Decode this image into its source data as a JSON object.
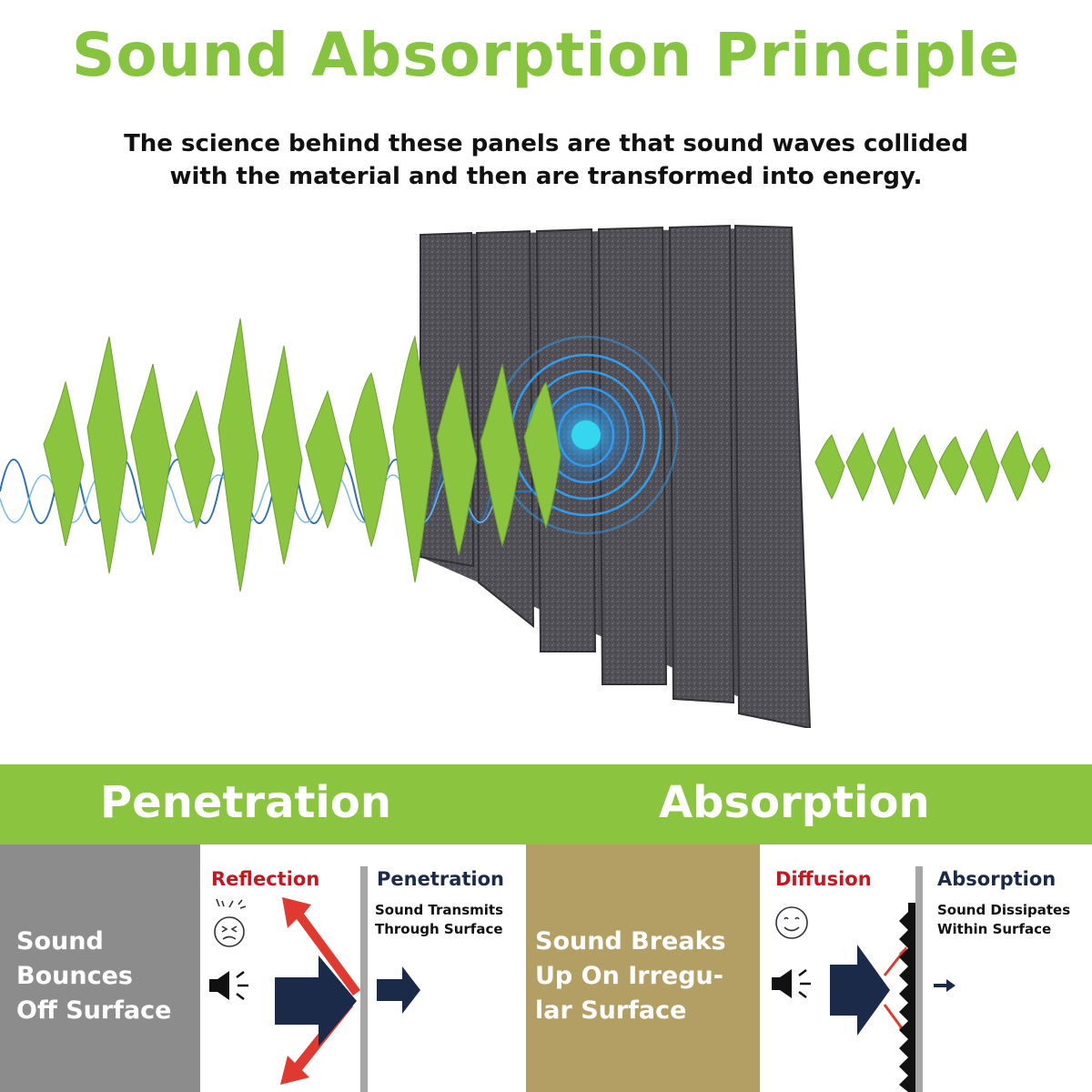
{
  "header": {
    "title": "Sound Absorption Principle",
    "subtitle_line1": "The science behind these panels are that sound waves collided",
    "subtitle_line2": "with the material and then are transformed into energy."
  },
  "banner": {
    "left_label": "Penetration",
    "right_label": "Absorption"
  },
  "panels": {
    "bounce": {
      "line1": "Sound",
      "line2": "Bounces",
      "line3": "Off Surface"
    },
    "reflection": {
      "label": "Reflection"
    },
    "penetration": {
      "label": "Penetration",
      "desc_line1": "Sound Transmits",
      "desc_line2": "Through Surface"
    },
    "breaks": {
      "line1": "Sound Breaks",
      "line2": "Up On Irregu-",
      "line3": "lar Surface"
    },
    "diffusion": {
      "label": "Diffusion"
    },
    "absorption": {
      "label": "Absorption",
      "desc_line1": "Sound Dissipates",
      "desc_line2": "Within Surface"
    }
  },
  "colors": {
    "accent_green": "#86c440",
    "banner_green": "#8bc43f",
    "panel_grey": "#8c8c8c",
    "panel_gold": "#b39f63",
    "red": "#c7161d",
    "navy": "#1b2a48",
    "foam": "#4d4d52"
  },
  "icons": [
    "stressed-face-icon",
    "speaker-icon",
    "smiley-face-icon",
    "arrow-right-icon",
    "arrow-deflect-icon"
  ]
}
